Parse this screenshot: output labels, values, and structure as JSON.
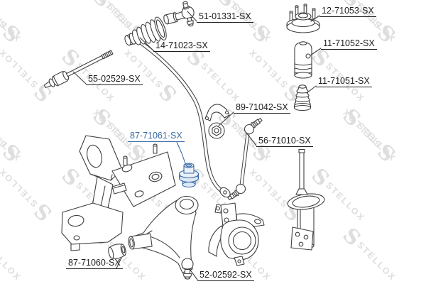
{
  "diagram": {
    "brand": "STELLOX",
    "watermark": {
      "logo_letter": "S",
      "text": "STELLOX",
      "color": "#dedede"
    },
    "colors": {
      "background": "#ffffff",
      "line": "#3f3f3f",
      "label_text": "#1d1d1d",
      "highlight": "#3a6ca8",
      "highlight_fill": "#d8e4f2"
    },
    "parts": [
      {
        "label": "51-01331-SX",
        "highlighted": false
      },
      {
        "label": "12-71053-SX",
        "highlighted": false
      },
      {
        "label": "14-71023-SX",
        "highlighted": false
      },
      {
        "label": "11-71052-SX",
        "highlighted": false
      },
      {
        "label": "55-02529-SX",
        "highlighted": false
      },
      {
        "label": "11-71051-SX",
        "highlighted": false
      },
      {
        "label": "89-71042-SX",
        "highlighted": false
      },
      {
        "label": "87-71061-SX",
        "highlighted": true
      },
      {
        "label": "56-71010-SX",
        "highlighted": false
      },
      {
        "label": "87-71060-SX",
        "highlighted": false
      },
      {
        "label": "52-02592-SX",
        "highlighted": false
      }
    ]
  }
}
